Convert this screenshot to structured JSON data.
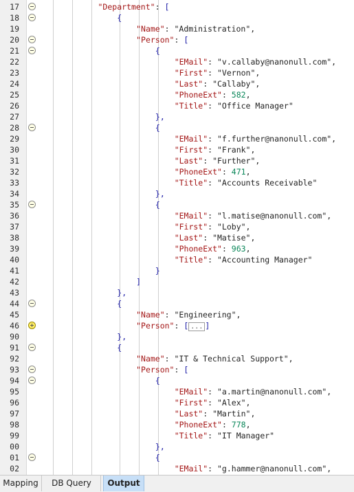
{
  "editor": {
    "lines": [
      {
        "num": "17",
        "fold": "open",
        "indent": 10,
        "tokens": [
          {
            "t": "\"Department\"",
            "c": "k"
          },
          {
            "t": ": ",
            "c": "s"
          },
          {
            "t": "[",
            "c": "p"
          }
        ]
      },
      {
        "num": "18",
        "fold": "open",
        "indent": 14,
        "tokens": [
          {
            "t": "{",
            "c": "p"
          }
        ]
      },
      {
        "num": "19",
        "fold": "",
        "indent": 18,
        "tokens": [
          {
            "t": "\"Name\"",
            "c": "k"
          },
          {
            "t": ": \"Administration\",",
            "c": "s"
          }
        ]
      },
      {
        "num": "20",
        "fold": "open",
        "indent": 18,
        "tokens": [
          {
            "t": "\"Person\"",
            "c": "k"
          },
          {
            "t": ": ",
            "c": "s"
          },
          {
            "t": "[",
            "c": "p"
          }
        ]
      },
      {
        "num": "21",
        "fold": "open",
        "indent": 22,
        "tokens": [
          {
            "t": "{",
            "c": "p"
          }
        ]
      },
      {
        "num": "22",
        "fold": "",
        "indent": 26,
        "tokens": [
          {
            "t": "\"EMail\"",
            "c": "k"
          },
          {
            "t": ": \"v.callaby@nanonull.com\",",
            "c": "s"
          }
        ]
      },
      {
        "num": "23",
        "fold": "",
        "indent": 26,
        "tokens": [
          {
            "t": "\"First\"",
            "c": "k"
          },
          {
            "t": ": \"Vernon\",",
            "c": "s"
          }
        ]
      },
      {
        "num": "24",
        "fold": "",
        "indent": 26,
        "tokens": [
          {
            "t": "\"Last\"",
            "c": "k"
          },
          {
            "t": ": \"Callaby\",",
            "c": "s"
          }
        ]
      },
      {
        "num": "25",
        "fold": "",
        "indent": 26,
        "tokens": [
          {
            "t": "\"PhoneExt\"",
            "c": "k"
          },
          {
            "t": ": ",
            "c": "s"
          },
          {
            "t": "582",
            "c": "n"
          },
          {
            "t": ",",
            "c": "s"
          }
        ]
      },
      {
        "num": "26",
        "fold": "",
        "indent": 26,
        "tokens": [
          {
            "t": "\"Title\"",
            "c": "k"
          },
          {
            "t": ": \"Office Manager\"",
            "c": "s"
          }
        ]
      },
      {
        "num": "27",
        "fold": "",
        "indent": 22,
        "tokens": [
          {
            "t": "},",
            "c": "p"
          }
        ]
      },
      {
        "num": "28",
        "fold": "open",
        "indent": 22,
        "tokens": [
          {
            "t": "{",
            "c": "p"
          }
        ]
      },
      {
        "num": "29",
        "fold": "",
        "indent": 26,
        "tokens": [
          {
            "t": "\"EMail\"",
            "c": "k"
          },
          {
            "t": ": \"f.further@nanonull.com\",",
            "c": "s"
          }
        ]
      },
      {
        "num": "30",
        "fold": "",
        "indent": 26,
        "tokens": [
          {
            "t": "\"First\"",
            "c": "k"
          },
          {
            "t": ": \"Frank\",",
            "c": "s"
          }
        ]
      },
      {
        "num": "31",
        "fold": "",
        "indent": 26,
        "tokens": [
          {
            "t": "\"Last\"",
            "c": "k"
          },
          {
            "t": ": \"Further\",",
            "c": "s"
          }
        ]
      },
      {
        "num": "32",
        "fold": "",
        "indent": 26,
        "tokens": [
          {
            "t": "\"PhoneExt\"",
            "c": "k"
          },
          {
            "t": ": ",
            "c": "s"
          },
          {
            "t": "471",
            "c": "n"
          },
          {
            "t": ",",
            "c": "s"
          }
        ]
      },
      {
        "num": "33",
        "fold": "",
        "indent": 26,
        "tokens": [
          {
            "t": "\"Title\"",
            "c": "k"
          },
          {
            "t": ": \"Accounts Receivable\"",
            "c": "s"
          }
        ]
      },
      {
        "num": "34",
        "fold": "",
        "indent": 22,
        "tokens": [
          {
            "t": "},",
            "c": "p"
          }
        ]
      },
      {
        "num": "35",
        "fold": "open",
        "indent": 22,
        "tokens": [
          {
            "t": "{",
            "c": "p"
          }
        ]
      },
      {
        "num": "36",
        "fold": "",
        "indent": 26,
        "tokens": [
          {
            "t": "\"EMail\"",
            "c": "k"
          },
          {
            "t": ": \"l.matise@nanonull.com\",",
            "c": "s"
          }
        ]
      },
      {
        "num": "37",
        "fold": "",
        "indent": 26,
        "tokens": [
          {
            "t": "\"First\"",
            "c": "k"
          },
          {
            "t": ": \"Loby\",",
            "c": "s"
          }
        ]
      },
      {
        "num": "38",
        "fold": "",
        "indent": 26,
        "tokens": [
          {
            "t": "\"Last\"",
            "c": "k"
          },
          {
            "t": ": \"Matise\",",
            "c": "s"
          }
        ]
      },
      {
        "num": "39",
        "fold": "",
        "indent": 26,
        "tokens": [
          {
            "t": "\"PhoneExt\"",
            "c": "k"
          },
          {
            "t": ": ",
            "c": "s"
          },
          {
            "t": "963",
            "c": "n"
          },
          {
            "t": ",",
            "c": "s"
          }
        ]
      },
      {
        "num": "40",
        "fold": "",
        "indent": 26,
        "tokens": [
          {
            "t": "\"Title\"",
            "c": "k"
          },
          {
            "t": ": \"Accounting Manager\"",
            "c": "s"
          }
        ]
      },
      {
        "num": "41",
        "fold": "",
        "indent": 22,
        "tokens": [
          {
            "t": "}",
            "c": "p"
          }
        ]
      },
      {
        "num": "42",
        "fold": "",
        "indent": 18,
        "tokens": [
          {
            "t": "]",
            "c": "p"
          }
        ]
      },
      {
        "num": "43",
        "fold": "",
        "indent": 14,
        "tokens": [
          {
            "t": "},",
            "c": "p"
          }
        ]
      },
      {
        "num": "44",
        "fold": "open",
        "indent": 14,
        "tokens": [
          {
            "t": "{",
            "c": "p"
          }
        ]
      },
      {
        "num": "45",
        "fold": "",
        "indent": 18,
        "tokens": [
          {
            "t": "\"Name\"",
            "c": "k"
          },
          {
            "t": ": \"Engineering\",",
            "c": "s"
          }
        ]
      },
      {
        "num": "46",
        "fold": "collapsed",
        "indent": 18,
        "tokens": [
          {
            "t": "\"Person\"",
            "c": "k"
          },
          {
            "t": ": ",
            "c": "s"
          },
          {
            "t": "[",
            "c": "p"
          },
          {
            "t": "...",
            "c": "box"
          },
          {
            "t": "]",
            "c": "p"
          }
        ]
      },
      {
        "num": "90",
        "fold": "",
        "indent": 14,
        "tokens": [
          {
            "t": "},",
            "c": "p"
          }
        ]
      },
      {
        "num": "91",
        "fold": "open",
        "indent": 14,
        "tokens": [
          {
            "t": "{",
            "c": "p"
          }
        ]
      },
      {
        "num": "92",
        "fold": "",
        "indent": 18,
        "tokens": [
          {
            "t": "\"Name\"",
            "c": "k"
          },
          {
            "t": ": \"IT & Technical Support\",",
            "c": "s"
          }
        ]
      },
      {
        "num": "93",
        "fold": "open",
        "indent": 18,
        "tokens": [
          {
            "t": "\"Person\"",
            "c": "k"
          },
          {
            "t": ": ",
            "c": "s"
          },
          {
            "t": "[",
            "c": "p"
          }
        ]
      },
      {
        "num": "94",
        "fold": "open",
        "indent": 22,
        "tokens": [
          {
            "t": "{",
            "c": "p"
          }
        ]
      },
      {
        "num": "95",
        "fold": "",
        "indent": 26,
        "tokens": [
          {
            "t": "\"EMail\"",
            "c": "k"
          },
          {
            "t": ": \"a.martin@nanonull.com\",",
            "c": "s"
          }
        ]
      },
      {
        "num": "96",
        "fold": "",
        "indent": 26,
        "tokens": [
          {
            "t": "\"First\"",
            "c": "k"
          },
          {
            "t": ": \"Alex\",",
            "c": "s"
          }
        ]
      },
      {
        "num": "97",
        "fold": "",
        "indent": 26,
        "tokens": [
          {
            "t": "\"Last\"",
            "c": "k"
          },
          {
            "t": ": \"Martin\",",
            "c": "s"
          }
        ]
      },
      {
        "num": "98",
        "fold": "",
        "indent": 26,
        "tokens": [
          {
            "t": "\"PhoneExt\"",
            "c": "k"
          },
          {
            "t": ": ",
            "c": "s"
          },
          {
            "t": "778",
            "c": "n"
          },
          {
            "t": ",",
            "c": "s"
          }
        ]
      },
      {
        "num": "99",
        "fold": "",
        "indent": 26,
        "tokens": [
          {
            "t": "\"Title\"",
            "c": "k"
          },
          {
            "t": ": \"IT Manager\"",
            "c": "s"
          }
        ]
      },
      {
        "num": "00",
        "fold": "",
        "indent": 22,
        "tokens": [
          {
            "t": "},",
            "c": "p"
          }
        ]
      },
      {
        "num": "01",
        "fold": "open",
        "indent": 22,
        "tokens": [
          {
            "t": "{",
            "c": "p"
          }
        ]
      },
      {
        "num": "02",
        "fold": "",
        "indent": 26,
        "tokens": [
          {
            "t": "\"EMail\"",
            "c": "k"
          },
          {
            "t": ": \"g.hammer@nanonull.com\",",
            "c": "s"
          }
        ]
      }
    ]
  },
  "tabs": [
    {
      "label": "Mapping",
      "active": false
    },
    {
      "label": "DB Query",
      "active": false
    },
    {
      "label": "Output",
      "active": true
    }
  ],
  "colors": {
    "key": "#a31515",
    "string": "#222222",
    "number": "#098658",
    "bracket": "#1a1aa6",
    "active_tab": "#c7dff7"
  }
}
